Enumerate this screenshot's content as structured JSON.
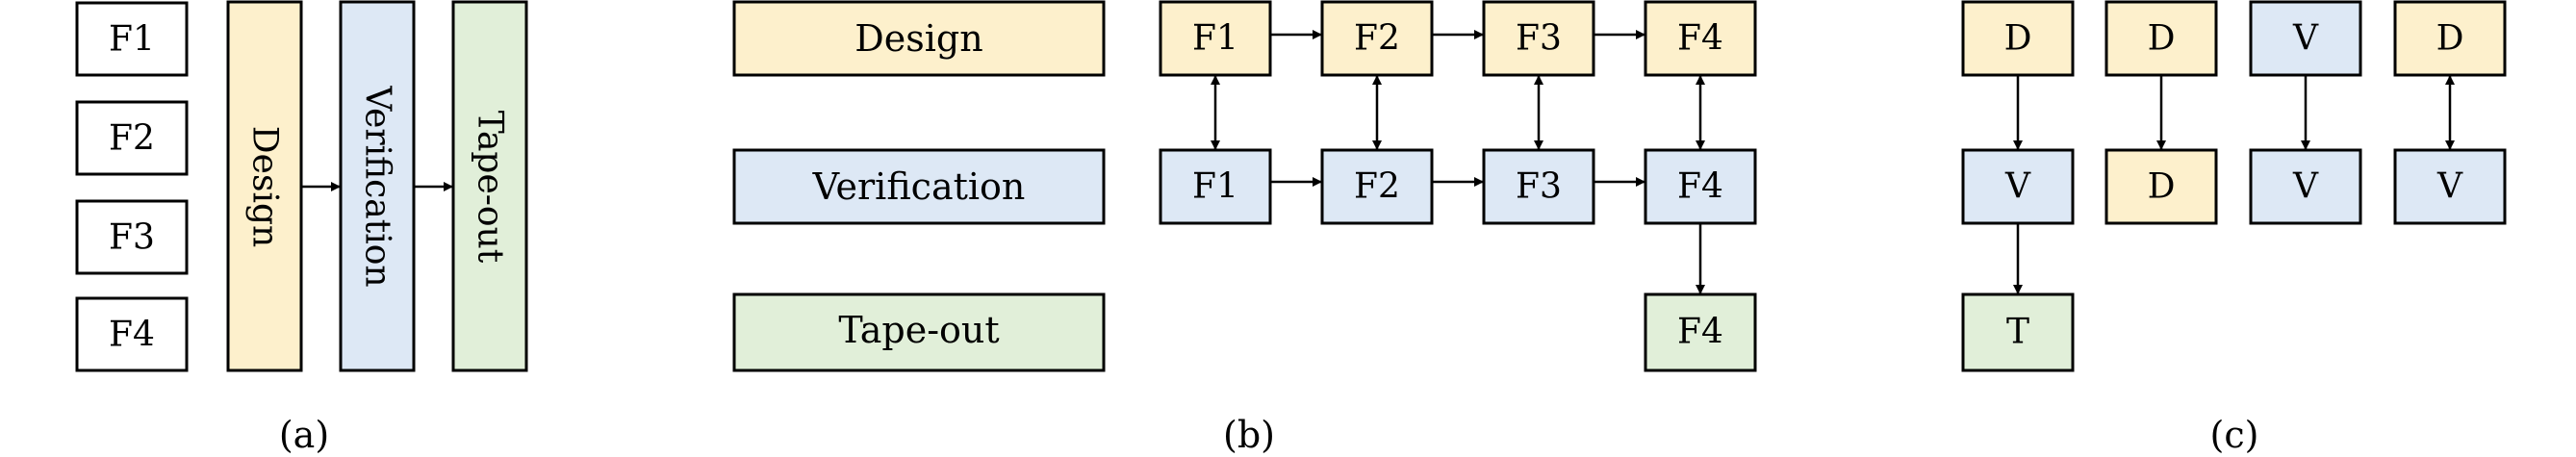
{
  "colors": {
    "design": "#fdf0cc",
    "verification": "#dde8f5",
    "tapeout": "#e1efd9",
    "white": "#ffffff",
    "stroke": "#000000"
  },
  "panel_a": {
    "caption": "(a)",
    "features": [
      "F1",
      "F2",
      "F3",
      "F4"
    ],
    "stages": [
      "Design",
      "Verification",
      "Tape-out"
    ]
  },
  "panel_b": {
    "caption": "(b)",
    "stage_labels": [
      "Design",
      "Verification",
      "Tape-out"
    ],
    "design_row": [
      "F1",
      "F2",
      "F3",
      "F4"
    ],
    "verification_row": [
      "F1",
      "F2",
      "F3",
      "F4"
    ],
    "tapeout_row": [
      "F4"
    ]
  },
  "panel_c": {
    "caption": "(c)",
    "chain": [
      "D",
      "V",
      "T"
    ],
    "pairs": [
      {
        "top": "D",
        "bottom": "D"
      },
      {
        "top": "V",
        "bottom": "V"
      },
      {
        "top": "D",
        "bottom": "V"
      }
    ]
  }
}
